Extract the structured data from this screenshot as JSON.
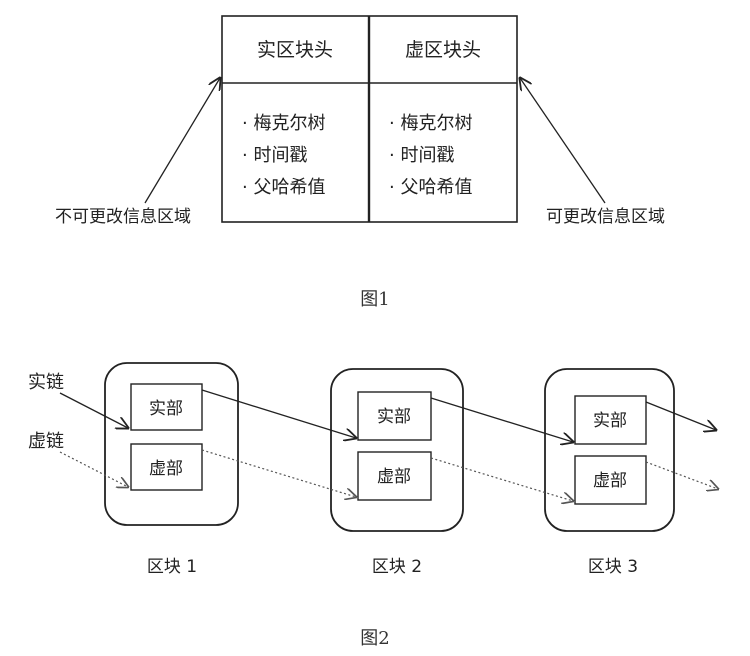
{
  "figure1": {
    "left_header": "实区块头",
    "right_header": "虚区块头",
    "left_items": [
      "· 梅克尔树",
      "· 时间戳",
      "· 父哈希值"
    ],
    "right_items": [
      "· 梅克尔树",
      "· 时间戳",
      "· 父哈希值"
    ],
    "left_annotation": "不可更改信息区域",
    "right_annotation": "可更改信息区域",
    "caption": "图1"
  },
  "figure2": {
    "real_chain_label": "实链",
    "virtual_chain_label": "虚链",
    "blocks": [
      {
        "real_label": "实部",
        "virtual_label": "虚部",
        "name": "区块 1"
      },
      {
        "real_label": "实部",
        "virtual_label": "虚部",
        "name": "区块 2"
      },
      {
        "real_label": "实部",
        "virtual_label": "虚部",
        "name": "区块 3"
      }
    ],
    "caption": "图2"
  },
  "colors": {
    "stroke": "#222222",
    "dotted_stroke": "#555555",
    "text": "#222222"
  }
}
